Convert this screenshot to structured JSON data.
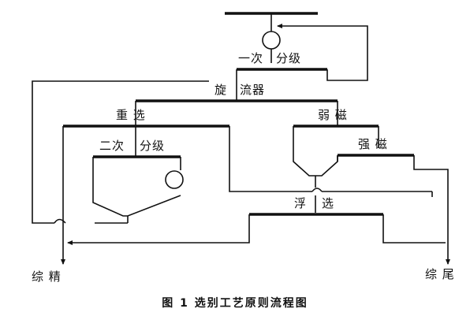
{
  "labels": {
    "primary_classify_left": "一次",
    "primary_classify_right": "分级",
    "cyclone_left": "旋",
    "cyclone_right": "流器",
    "gravity": "重 选",
    "secondary_classify_left": "二次",
    "secondary_classify_right": "分级",
    "weak_magnetic": "弱 磁",
    "strong_magnetic": "强 磁",
    "flotation_left": "浮",
    "flotation_right": "选",
    "concentrate": "综 精",
    "tailings": "综 尾"
  },
  "caption": "图 1    选别工艺原则流程图"
}
